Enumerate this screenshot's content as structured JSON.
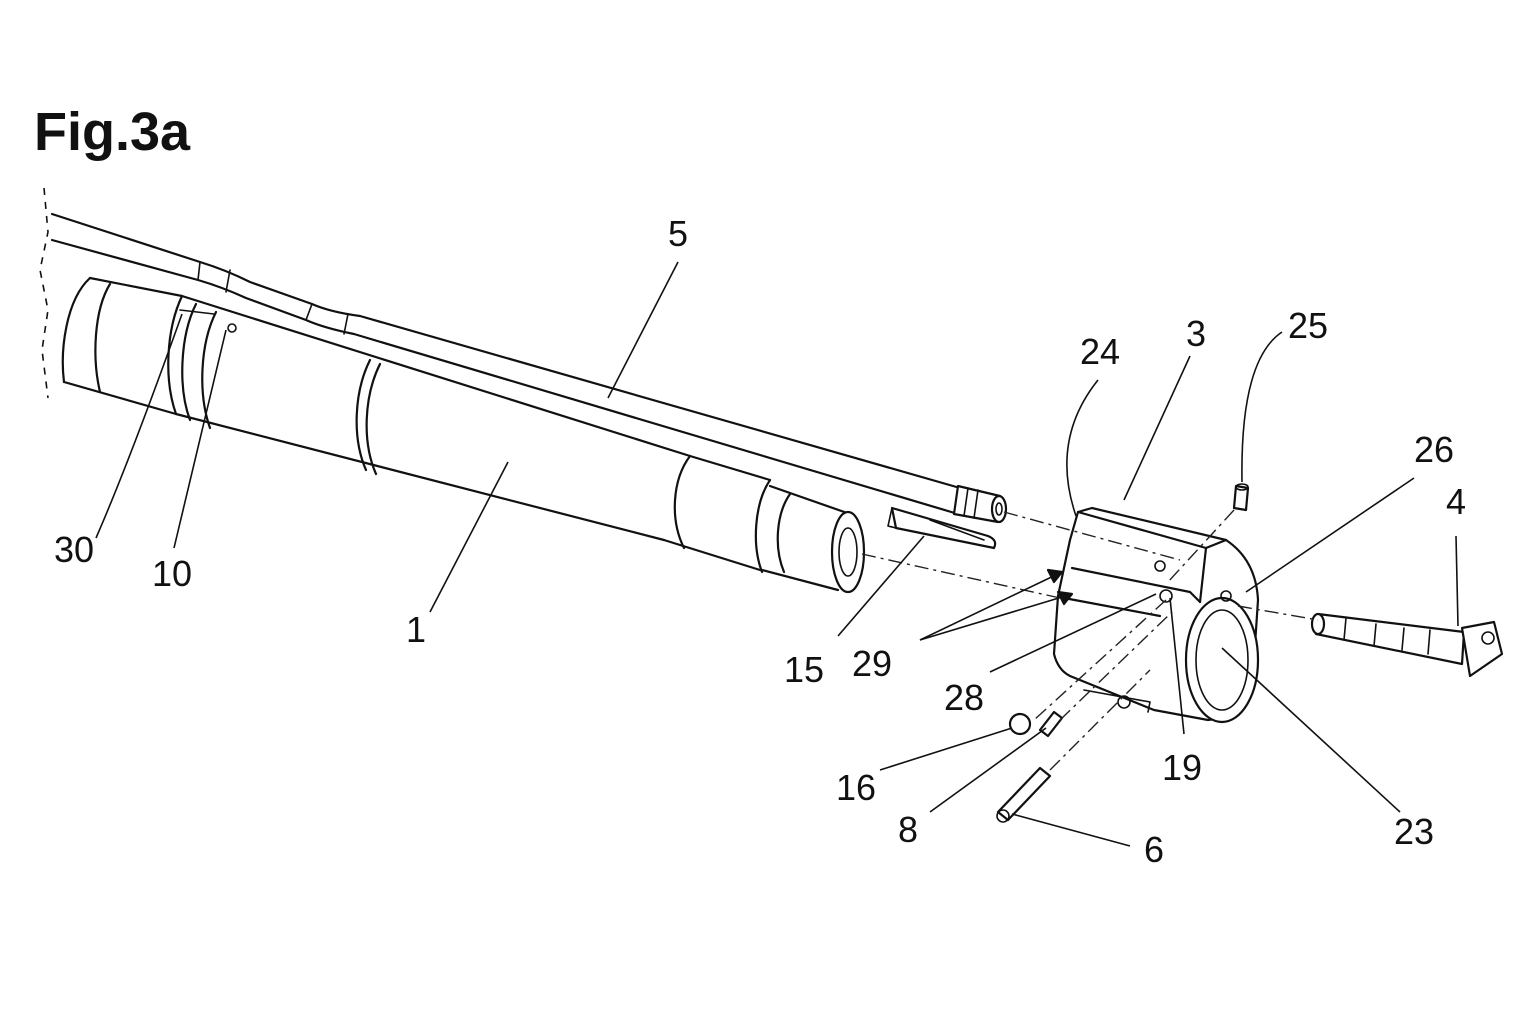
{
  "figure": {
    "title": "Fig.3a"
  },
  "callouts": [
    "5",
    "24",
    "3",
    "25",
    "26",
    "4",
    "30",
    "10",
    "1",
    "15",
    "29",
    "28",
    "19",
    "16",
    "8",
    "6",
    "23"
  ]
}
